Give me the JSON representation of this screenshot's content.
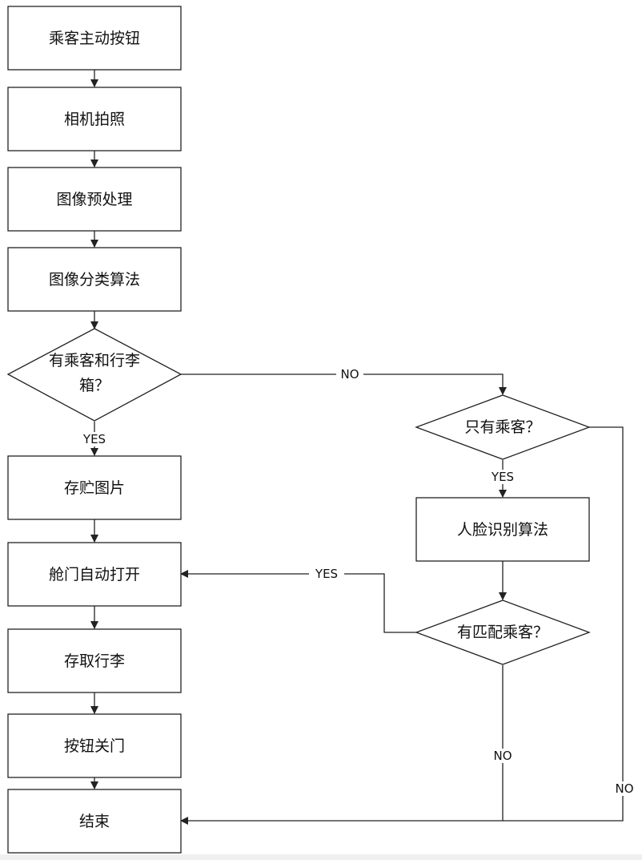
{
  "nodes": {
    "passenger_button": "乘客主动按钮",
    "camera_photo": "相机拍照",
    "image_preprocess": "图像预处理",
    "image_classify": "图像分类算法",
    "has_passenger_and_luggage_line1": "有乘客和行李",
    "has_passenger_and_luggage_line2": "箱？",
    "only_passenger": "只有乘客？",
    "store_image": "存贮图片",
    "face_recognition": "人脸识别算法",
    "hatch_auto_open": "舱门自动打开",
    "matched_passenger": "有匹配乘客？",
    "store_take_luggage": "存取行李",
    "button_close_door": "按钮关门",
    "end": "结束"
  },
  "edge_labels": {
    "luggage_no": "NO",
    "luggage_yes": "YES",
    "only_passenger_yes": "YES",
    "matched_yes": "YES",
    "matched_no": "NO",
    "only_passenger_no": "NO"
  }
}
